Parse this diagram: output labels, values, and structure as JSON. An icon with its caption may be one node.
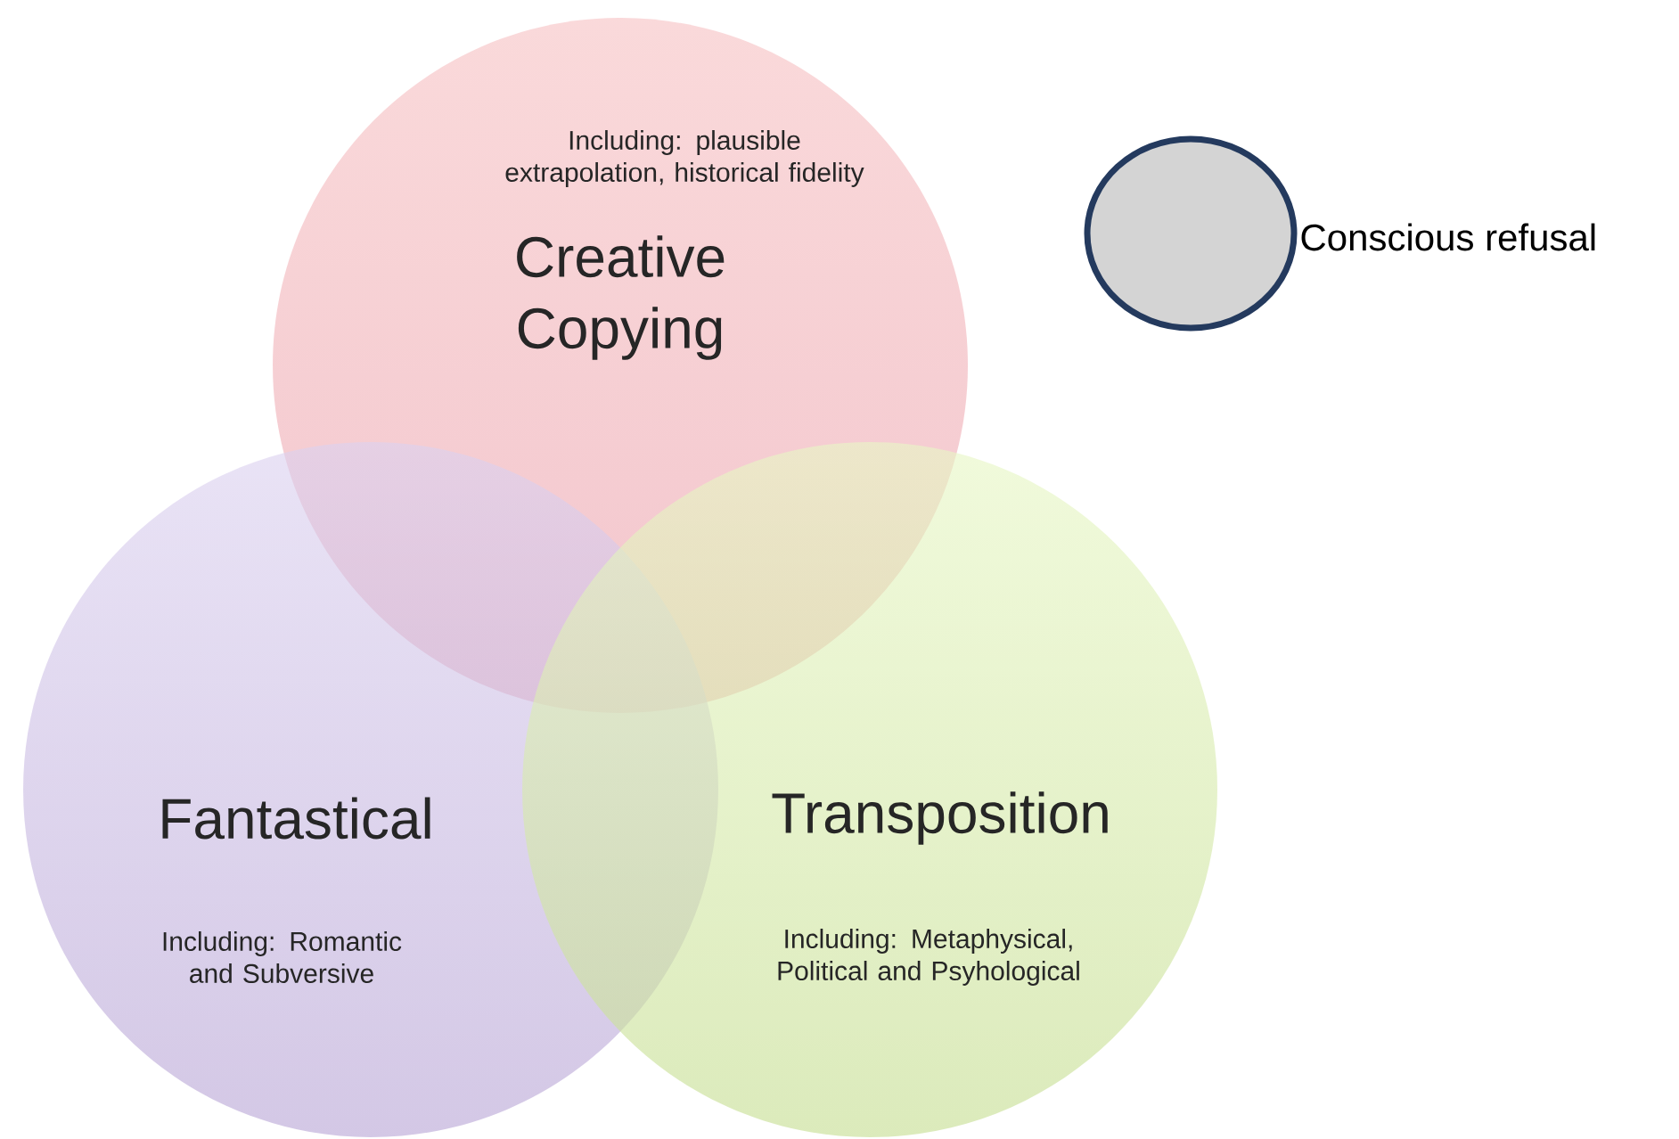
{
  "diagram": {
    "nodes": [
      {
        "text": [
          "Including: plausible extrapolation, historical fidelity",
          "Creative Copying"
        ]
      },
      {
        "text": [
          "Fantastical",
          "Including: Romantic and Subversive"
        ]
      },
      {
        "text": [
          "Transposition",
          "Including: Metaphysical, Political and Psyhological"
        ]
      },
      {
        "text": [],
        "shape": "circle",
        "beside": [
          "Conscious refusal"
        ]
      }
    ]
  }
}
